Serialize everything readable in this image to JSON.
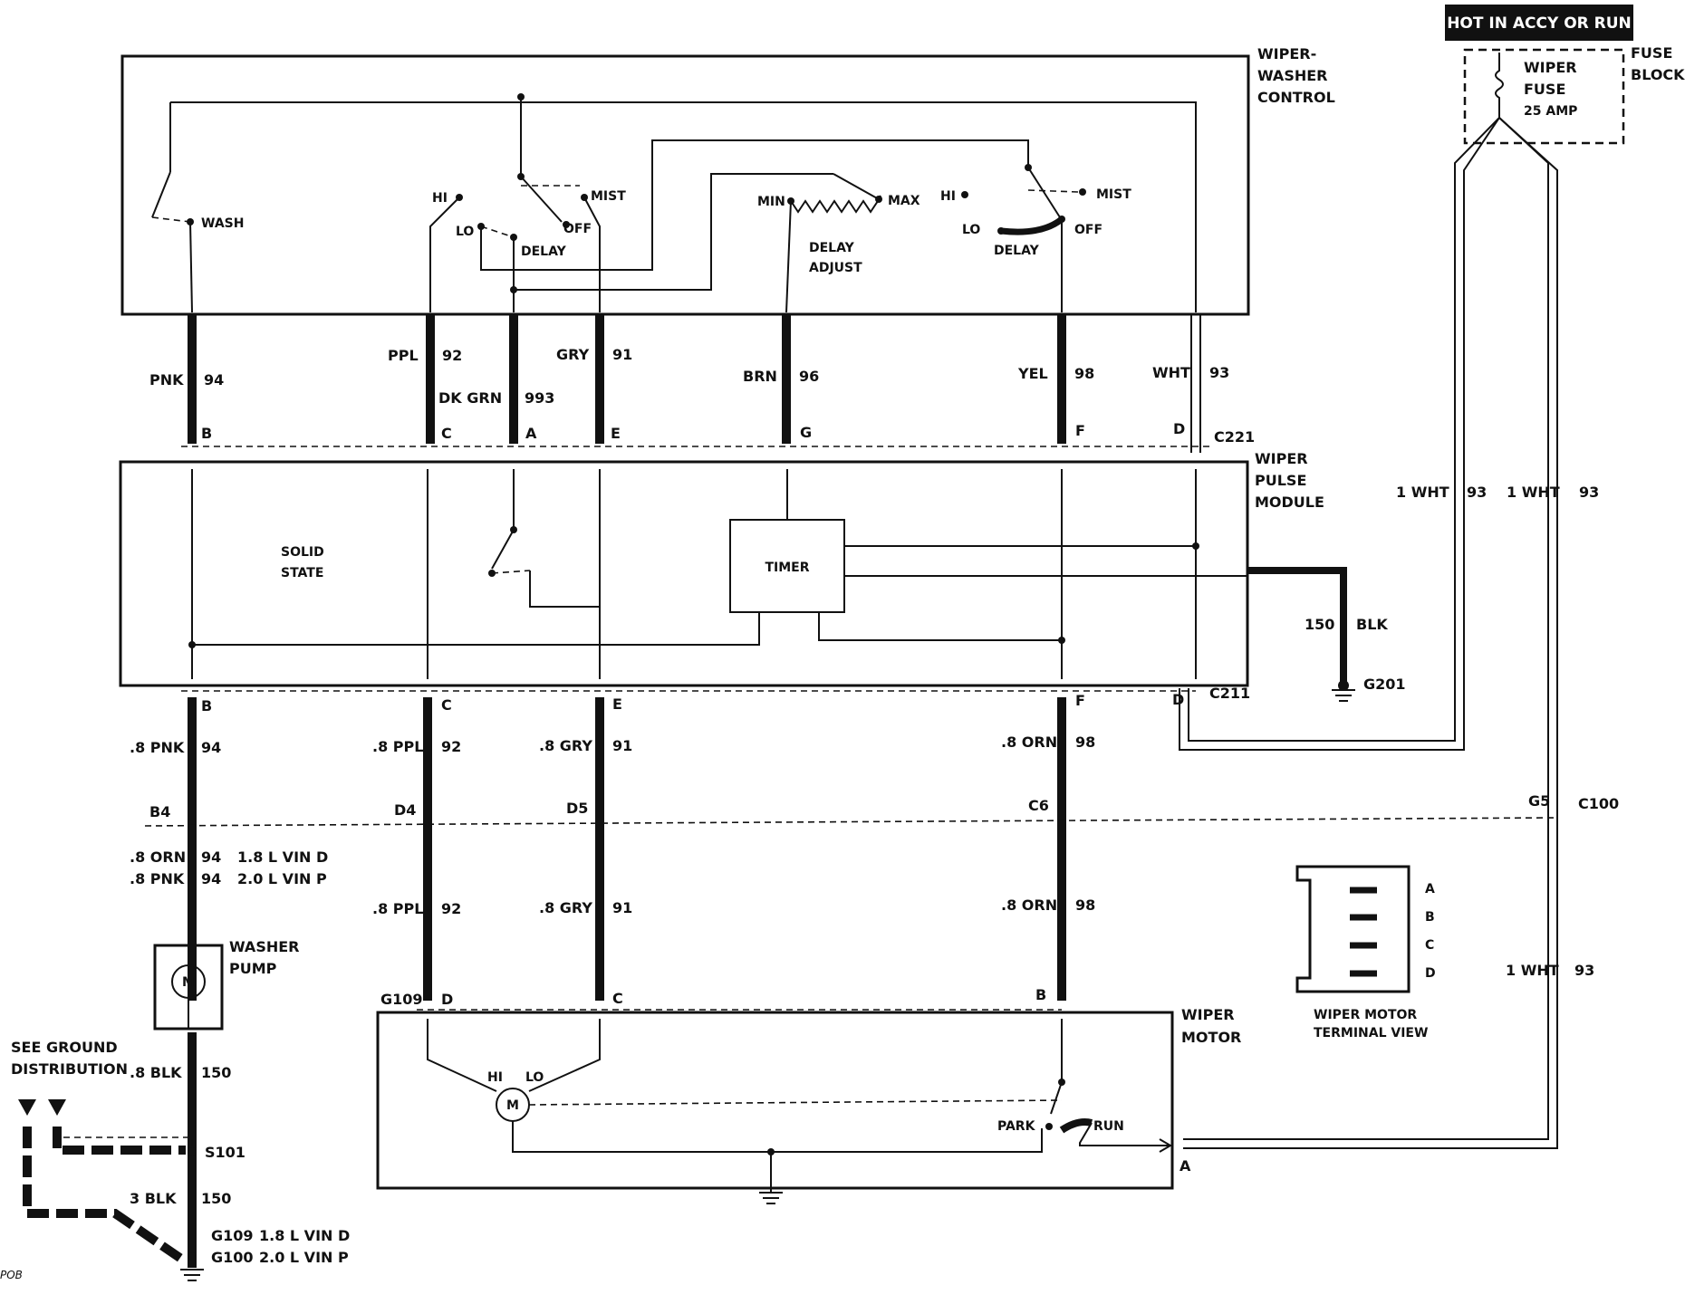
{
  "power": {
    "hot_label": "HOT IN ACCY OR RUN",
    "fuse_name_1": "WIPER",
    "fuse_name_2": "FUSE",
    "fuse_rating": "25 AMP",
    "fuse_block_1": "FUSE",
    "fuse_block_2": "BLOCK"
  },
  "components": {
    "control_1": "WIPER-",
    "control_2": "WASHER",
    "control_3": "CONTROL",
    "pulse_1": "WIPER",
    "pulse_2": "PULSE",
    "pulse_3": "MODULE",
    "solid_1": "SOLID",
    "solid_2": "STATE",
    "timer": "TIMER",
    "pump_1": "WASHER",
    "pump_2": "PUMP",
    "motor_1": "WIPER",
    "motor_2": "MOTOR",
    "terminal_view_1": "WIPER MOTOR",
    "terminal_view_2": "TERMINAL VIEW",
    "motor_symbol": "M",
    "ground_ref_1": "SEE GROUND",
    "ground_ref_2": "DISTRIBUTION",
    "corner_mark": "POB"
  },
  "switch_labels": {
    "wash": "WASH",
    "hi": "HI",
    "lo": "LO",
    "delay": "DELAY",
    "mist": "MIST",
    "off": "OFF",
    "min": "MIN",
    "max": "MAX",
    "delay_adjust_1": "DELAY",
    "delay_adjust_2": "ADJUST",
    "park": "PARK",
    "run": "RUN"
  },
  "wires_upper": {
    "pnk": "PNK",
    "n94": "94",
    "ppl": "PPL",
    "n92": "92",
    "dkgrn": "DK GRN",
    "n993": "993",
    "gry": "GRY",
    "n91": "91",
    "brn": "BRN",
    "n96": "96",
    "yel": "YEL",
    "n98": "98",
    "wht": "WHT",
    "n93": "93"
  },
  "wires_mid": {
    "pnk8": ".8 PNK",
    "n94": "94",
    "ppl8": ".8 PPL",
    "n92": "92",
    "gry8": ".8 GRY",
    "n91": "91",
    "orn8": ".8 ORN",
    "n98": "98"
  },
  "wires_lower": {
    "orn8": ".8 ORN",
    "n94a": "94",
    "vin_d": "1.8 L VIN D",
    "pnk8": ".8 PNK",
    "n94b": "94",
    "vin_p": "2.0 L VIN P",
    "ppl8": ".8 PPL",
    "n92": "92",
    "gry8": ".8 GRY",
    "n91": "91",
    "orn8b": ".8 ORN",
    "n98": "98",
    "blk8": ".8 BLK",
    "n150": "150",
    "blk3": "3 BLK",
    "n150b": "150"
  },
  "wires_right": {
    "wht1a": "1 WHT",
    "n93a": "93",
    "wht1b": "1 WHT",
    "n93b": "93",
    "wht1c": "1 WHT",
    "n93c": "93",
    "blk_num": "150",
    "blk": "BLK"
  },
  "connectors": {
    "c221": "C221",
    "c211": "C211",
    "c100": "C100",
    "g5": "G5",
    "b4": "B4",
    "d4": "D4",
    "d5": "D5",
    "c6": "C6",
    "s101": "S101",
    "g201": "G201",
    "g109_motor": "G109",
    "g109": "G109",
    "g109_vin": "1.8 L VIN D",
    "g100": "G100",
    "g100_vin": "2.0 L VIN P"
  },
  "pins": {
    "b": "B",
    "c": "C",
    "a": "A",
    "e": "E",
    "g": "G",
    "f": "F",
    "d": "D"
  },
  "terminal_pins": [
    "A",
    "B",
    "C",
    "D"
  ]
}
